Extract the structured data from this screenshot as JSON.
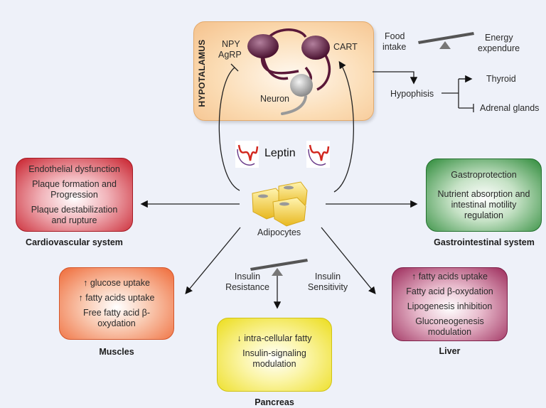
{
  "hypothalamus": {
    "label": "HYPOTALAMUS",
    "npy": "NPY",
    "agrp": "AgRP",
    "cart": "CART",
    "neuron": "Neuron"
  },
  "balance_top": {
    "left": [
      "Food",
      "intake"
    ],
    "right": [
      "Energy",
      "expendure"
    ]
  },
  "hypophisis": {
    "label": "Hypophisis",
    "targets": [
      "Thyroid",
      "Adrenal glands"
    ]
  },
  "center": {
    "leptin": "Leptin",
    "adipocytes": "Adipocytes"
  },
  "cardiovascular": {
    "caption": "Cardiovascular system",
    "lines": [
      "Endothelial dysfunction",
      "Plaque formation and Progression",
      "Plaque destabilization and rupture"
    ]
  },
  "gastrointestinal": {
    "caption": "Gastrointestinal system",
    "lines": [
      "Gastroprotection",
      "Nutrient absorption and intestinal motility regulation"
    ]
  },
  "muscles": {
    "caption": "Muscles",
    "lines": [
      "↑ glucose uptake",
      "↑ fatty acids uptake",
      "Free fatty acid β-oxydation"
    ]
  },
  "pancreas": {
    "caption": "Pancreas",
    "lines": [
      "↓ intra-cellular fatty",
      "Insulin-signaling modulation"
    ]
  },
  "liver": {
    "caption": "Liver",
    "lines": [
      "↑ fatty acids uptake",
      "Fatty acid β-oxydation",
      "Lipogenesis inhibition",
      "Gluconeogenesis modulation"
    ]
  },
  "balance_insulin": {
    "left": [
      "Insulin",
      "Resistance"
    ],
    "right": [
      "Insulin",
      "Sensitivity"
    ]
  },
  "colors": {
    "cardiovascular": "#c8202c",
    "gastrointestinal": "#2e8b3a",
    "muscles": "#ef6a38",
    "pancreas": "#ecdd1c",
    "liver": "#9c2a5a",
    "hypothalamus": "#f5c28d"
  }
}
